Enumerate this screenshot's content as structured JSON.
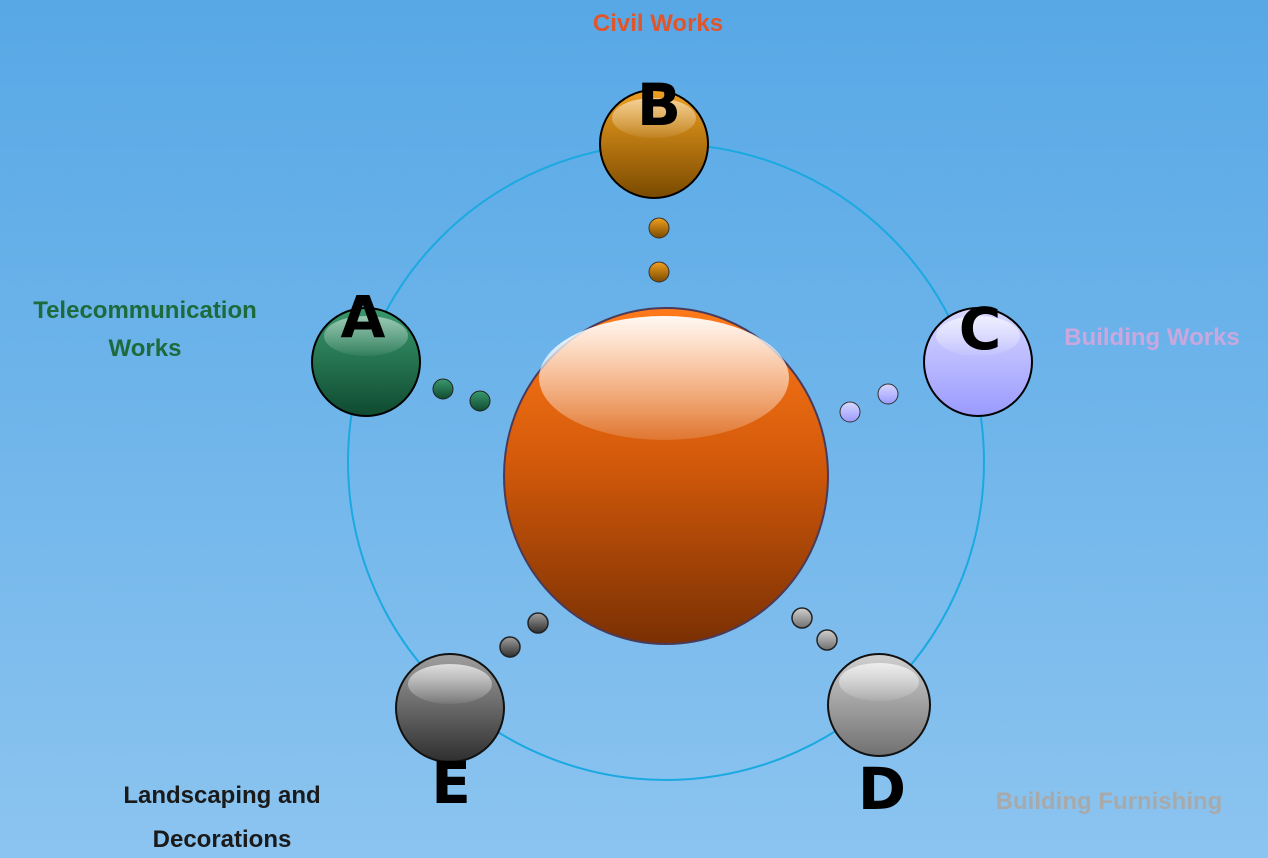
{
  "diagram": {
    "nodes": [
      {
        "id": "A",
        "letter": "A",
        "label_lines": [
          "Telecommunication",
          "Works"
        ],
        "color": "#1e6b4a",
        "label_color": "#1d6b3c"
      },
      {
        "id": "B",
        "letter": "B",
        "label_lines": [
          "Civil Works"
        ],
        "color": "#d98a00",
        "label_color": "#e0552a"
      },
      {
        "id": "C",
        "letter": "C",
        "label_lines": [
          "Building Works"
        ],
        "color": "#b8b8ff",
        "label_color": "#c9a8e0"
      },
      {
        "id": "D",
        "letter": "D",
        "label_lines": [
          "Building Furnishing"
        ],
        "color": "#9a9a9a",
        "label_color": "#a9a9a9"
      },
      {
        "id": "E",
        "letter": "E",
        "label_lines": [
          "Landscaping and",
          "Decorations"
        ],
        "color": "#6a6a6a",
        "label_color": "#1a1a1a"
      }
    ],
    "center": {
      "color": "#e25a08"
    },
    "ring_color": "#1aa9e0"
  }
}
